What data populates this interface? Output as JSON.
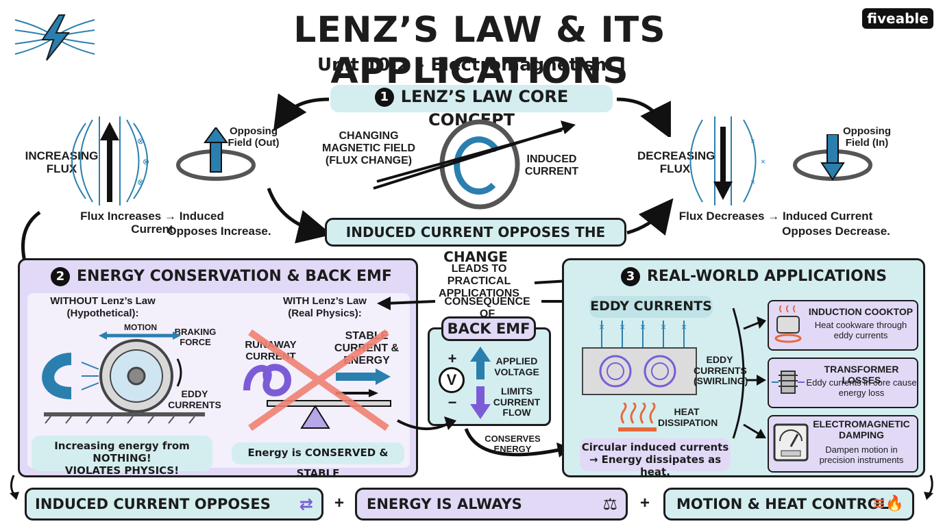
{
  "header": {
    "title": "LENZ’S LAW & ITS APPLICATIONS",
    "subtitle": "Unit 10.2 – Electromagnetism I",
    "logo": "fiveable"
  },
  "core": {
    "number": "1",
    "title": "LENZ’S LAW CORE CONCEPT",
    "left_label": "INCREASING FLUX",
    "left_opposing": "Opposing Field (Out)",
    "left_caption_1": "Flux Increases → Induced Current",
    "left_caption_2": "Opposes Increase.",
    "center_change": "CHANGING MAGNETIC FIELD (FLUX CHANGE)",
    "center_induced": "INDUCED CURRENT",
    "center_banner": "INDUCED CURRENT OPPOSES THE CHANGE",
    "right_label": "DECREASING FLUX",
    "right_opposing": "Opposing Field (In)",
    "right_caption_1": "Flux Decreases → Induced Current",
    "right_caption_2": "Opposes Decrease."
  },
  "energy": {
    "number": "2",
    "title": "ENERGY CONSERVATION & BACK EMF",
    "without_1": "WITHOUT Lenz’s Law",
    "without_2": "(Hypothetical):",
    "motion": "MOTION",
    "braking": "BRAKING FORCE",
    "eddy": "EDDY CURRENTS",
    "without_note_1": "Increasing energy from NOTHING!",
    "without_note_2": "VIOLATES PHYSICS!",
    "with_1": "WITH Lenz’s Law",
    "with_2": "(Real Physics):",
    "runaway": "RUNAWAY CURRENT",
    "stable": "STABLE CURRENT & ENERGY",
    "with_note": "Energy is CONSERVED & STABLE"
  },
  "middle": {
    "leads": "LEADS TO PRACTICAL APPLICATIONS",
    "consequence": "CONSEQUENCE OF",
    "back_emf": "BACK EMF",
    "plus": "+",
    "minus": "−",
    "volt": "V",
    "applied": "APPLIED VOLTAGE",
    "limits": "LIMITS CURRENT FLOW",
    "conserves": "CONSERVES ENERGY"
  },
  "apps": {
    "number": "3",
    "title": "REAL-WORLD APPLICATIONS",
    "eddy_title": "EDDY CURRENTS",
    "eddy_swirl": "EDDY CURRENTS (SWIRLING)",
    "heat": "HEAT DISSIPATION",
    "eddy_note_1": "Circular induced currents",
    "eddy_note_2": "→ Energy dissipates as heat.",
    "items": [
      {
        "title": "INDUCTION COOKTOP",
        "desc": "Heat cookware through eddy currents"
      },
      {
        "title": "TRANSFORMER LOSSES",
        "desc": "Eddy currents in core cause energy loss"
      },
      {
        "title": "ELECTROMAGNETIC DAMPING",
        "desc": "Dampen motion in precision instruments"
      }
    ]
  },
  "footer": {
    "item1": "INDUCED CURRENT OPPOSES CHANGE",
    "item2": "ENERGY IS ALWAYS CONSERVED",
    "item3": "MOTION & HEAT CONTROL",
    "plus": "+"
  },
  "colors": {
    "teal_fill": "#d4eef0",
    "lavender_fill": "#e2d9f7",
    "field_blue": "#2a7fae",
    "purple": "#7b5cd6",
    "red_cross": "#f08272"
  }
}
